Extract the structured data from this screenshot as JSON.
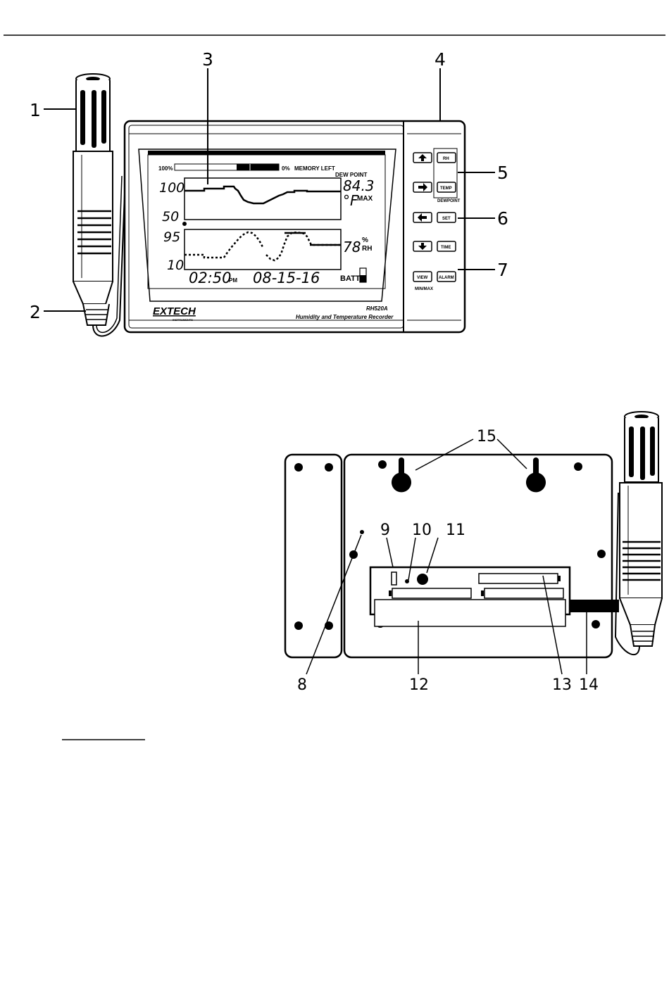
{
  "callouts": {
    "c1": "1",
    "c2": "2",
    "c3": "3",
    "c4": "4",
    "c5": "5",
    "c6": "6",
    "c7": "7",
    "c8": "8",
    "c9": "9",
    "c10": "10",
    "c11": "11",
    "c12": "12",
    "c13": "13",
    "c14": "14",
    "c15": "15"
  },
  "lcd": {
    "mem_full": "100%",
    "mem_empty": "0%",
    "mem_label": "MEMORY LEFT",
    "dew_point": "DEW POINT",
    "temp_scale_top": "100",
    "temp_scale_bottom": "50",
    "temp_value": "84.3",
    "temp_unit": "°F",
    "max_label": "MAX",
    "rh_scale_top": "95",
    "rh_scale_bottom": "10",
    "rh_value": "78",
    "rh_pct": "%",
    "rh_label": "RH",
    "time": "02:50",
    "ampm": "PM",
    "date": "08-15-16",
    "batt": "BATT"
  },
  "front": {
    "brand": "EXTECH",
    "brand_sub": "INSTRUMENTS",
    "model": "RH520A",
    "product": "Humidity and Temperature Recorder"
  },
  "buttons": {
    "rh": "RH",
    "temp": "TEMP",
    "dewpoint": "DEWPOINT",
    "set": "SET",
    "time": "TIME",
    "view": "VIEW",
    "minmax": "MIN/MAX",
    "alarm": "ALARM"
  }
}
